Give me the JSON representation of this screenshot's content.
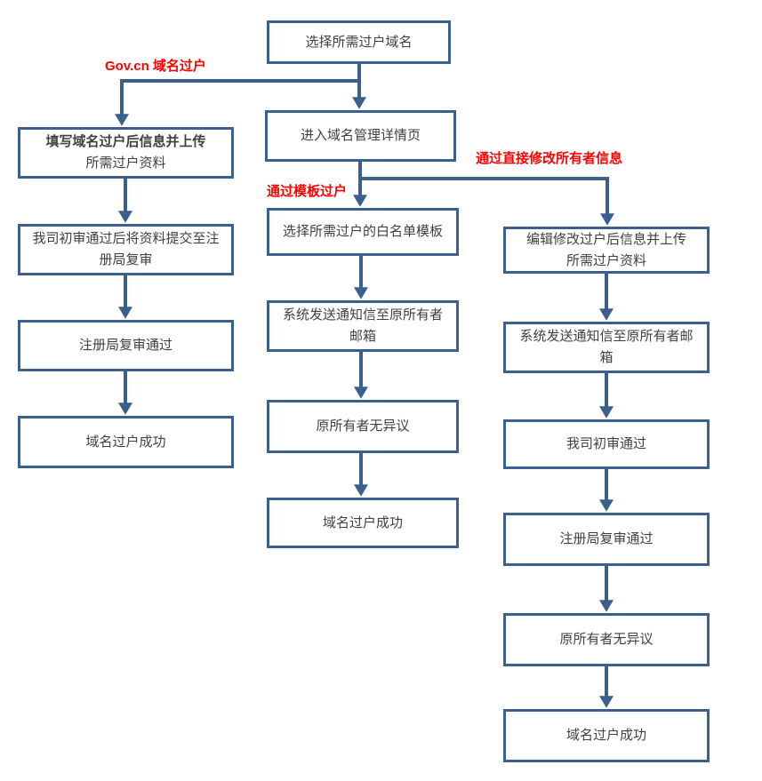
{
  "diagram": {
    "colors": {
      "node_border": "#3B608D",
      "connector": "#3B608D",
      "branch_label": "#FF0000",
      "node_text": "#404040",
      "background": "#FFFFFF"
    },
    "nodes": {
      "select_domain": "选择所需过户域名",
      "enter_detail": "进入域名管理详情页",
      "left_fill_info": {
        "line1": "填写域名过户后信息并上传",
        "line2": "所需过户资料"
      },
      "left_initial_review": "我司初审通过后将资料提交至注\n册局复审",
      "left_registry_approved": "注册局复审通过",
      "left_success": "域名过户成功",
      "mid_select_template": "选择所需过户的白名单模板",
      "mid_notify": "系统发送通知信至原所有者\n邮箱",
      "mid_no_objection": "原所有者无异议",
      "mid_success": "域名过户成功",
      "right_edit_info": "编辑修改过户后信息并上传\n所需过户资料",
      "right_notify": "系统发送通知信至原所有者邮\n箱",
      "right_initial_approved": "我司初审通过",
      "right_registry_approved": "注册局复审通过",
      "right_no_objection": "原所有者无异议",
      "right_success": "域名过户成功"
    },
    "branch_labels": {
      "gov_cn": "Gov.cn 域名过户",
      "template": "通过模板过户",
      "direct_modify": "通过直接修改所有者信息"
    }
  }
}
